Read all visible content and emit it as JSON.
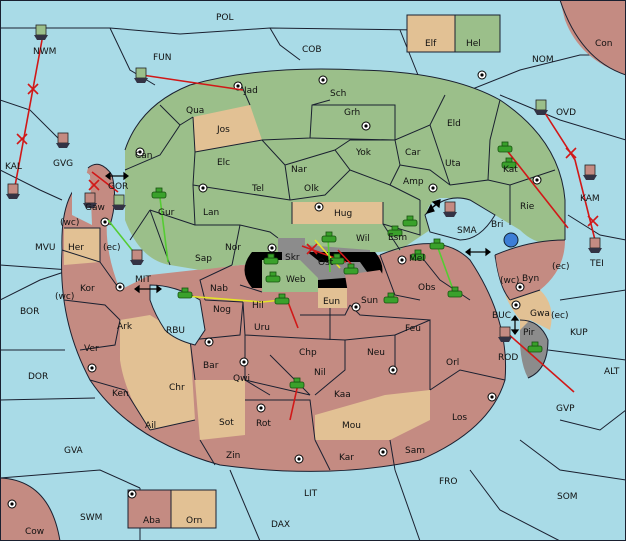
{
  "labels": {
    "pol": "POL",
    "fun": "FUN",
    "cob": "COB",
    "nom": "NOM",
    "con": "Con",
    "elf": "Elf",
    "hel": "Hel",
    "nwm": "NWM",
    "jad": "Jad",
    "sch": "Sch",
    "qua": "Qua",
    "jos": "Jos",
    "grh": "Grh",
    "eld": "Eld",
    "ovd": "OVD",
    "can": "Can",
    "kal": "KAL",
    "gvg": "GVG",
    "elc": "Elc",
    "nar": "Nar",
    "yok": "Yok",
    "car": "Car",
    "uta": "Uta",
    "kat": "Kat",
    "tel": "Tel",
    "olk": "Olk",
    "amp": "Amp",
    "gor": "GOR",
    "gaw": "Gaw",
    "gur": "Gur",
    "lan": "Lan",
    "hug": "Hug",
    "rie": "Rie",
    "kam": "KAM",
    "wc1": "(wc)",
    "ec1": "(ec)",
    "mvu": "MVU",
    "her": "Her",
    "nor": "Nor",
    "skr": "Skr",
    "wil": "Wil",
    "esm": "Esm",
    "sma": "SMA",
    "bri": "Bri",
    "tei": "TEI",
    "sap": "Sap",
    "web": "Web",
    "ost": "Ost",
    "mel": "Mel",
    "wc2": "(wc)",
    "byn": "Byn",
    "ec2": "(ec)",
    "kor": "Kor",
    "mit": "MIT",
    "nab": "Nab",
    "eun": "Eun",
    "sun": "Sun",
    "obs": "Obs",
    "wc3": "(wc)",
    "bor": "BOR",
    "hil": "Hil",
    "buc": "BUC",
    "gwa": "Gwa",
    "ec3": "(ec)",
    "kup": "KUP",
    "ark": "Ark",
    "rbu": "RBU",
    "nog": "Nog",
    "uru": "Uru",
    "feu": "Feu",
    "pir": "Pir",
    "ver": "Ver",
    "chp": "Chp",
    "neu": "Neu",
    "rod": "ROD",
    "dor": "DOR",
    "bar": "Bar",
    "qwi": "Qwi",
    "nil": "Nil",
    "orl": "Orl",
    "alt": "ALT",
    "chr": "Chr",
    "ken": "Ken",
    "kaa": "Kaa",
    "gvp": "GVP",
    "ail": "Ail",
    "sot": "Sot",
    "rot": "Rot",
    "mou": "Mou",
    "los": "Los",
    "gva": "GVA",
    "zin": "Zin",
    "kar": "Kar",
    "sam": "Sam",
    "fro": "FRO",
    "lit": "LIT",
    "som": "SOM",
    "aba": "Aba",
    "orn": "Orn",
    "swm": "SWM",
    "cow": "Cow",
    "dax": "DAX"
  },
  "colors": {
    "sea": "#a9dbe7",
    "power_green": "#9bbf8a",
    "power_red": "#c48b82",
    "neutral": "#e2c194",
    "impassable": "#8c8c8c",
    "army": "#3aa12b",
    "order_red": "#d11818",
    "order_yellow": "#e6e626",
    "order_green": "#55cc33"
  },
  "icons": [
    "army-icon",
    "fleet-icon",
    "supply-center-icon",
    "cross-icon",
    "double-arrow-icon"
  ]
}
